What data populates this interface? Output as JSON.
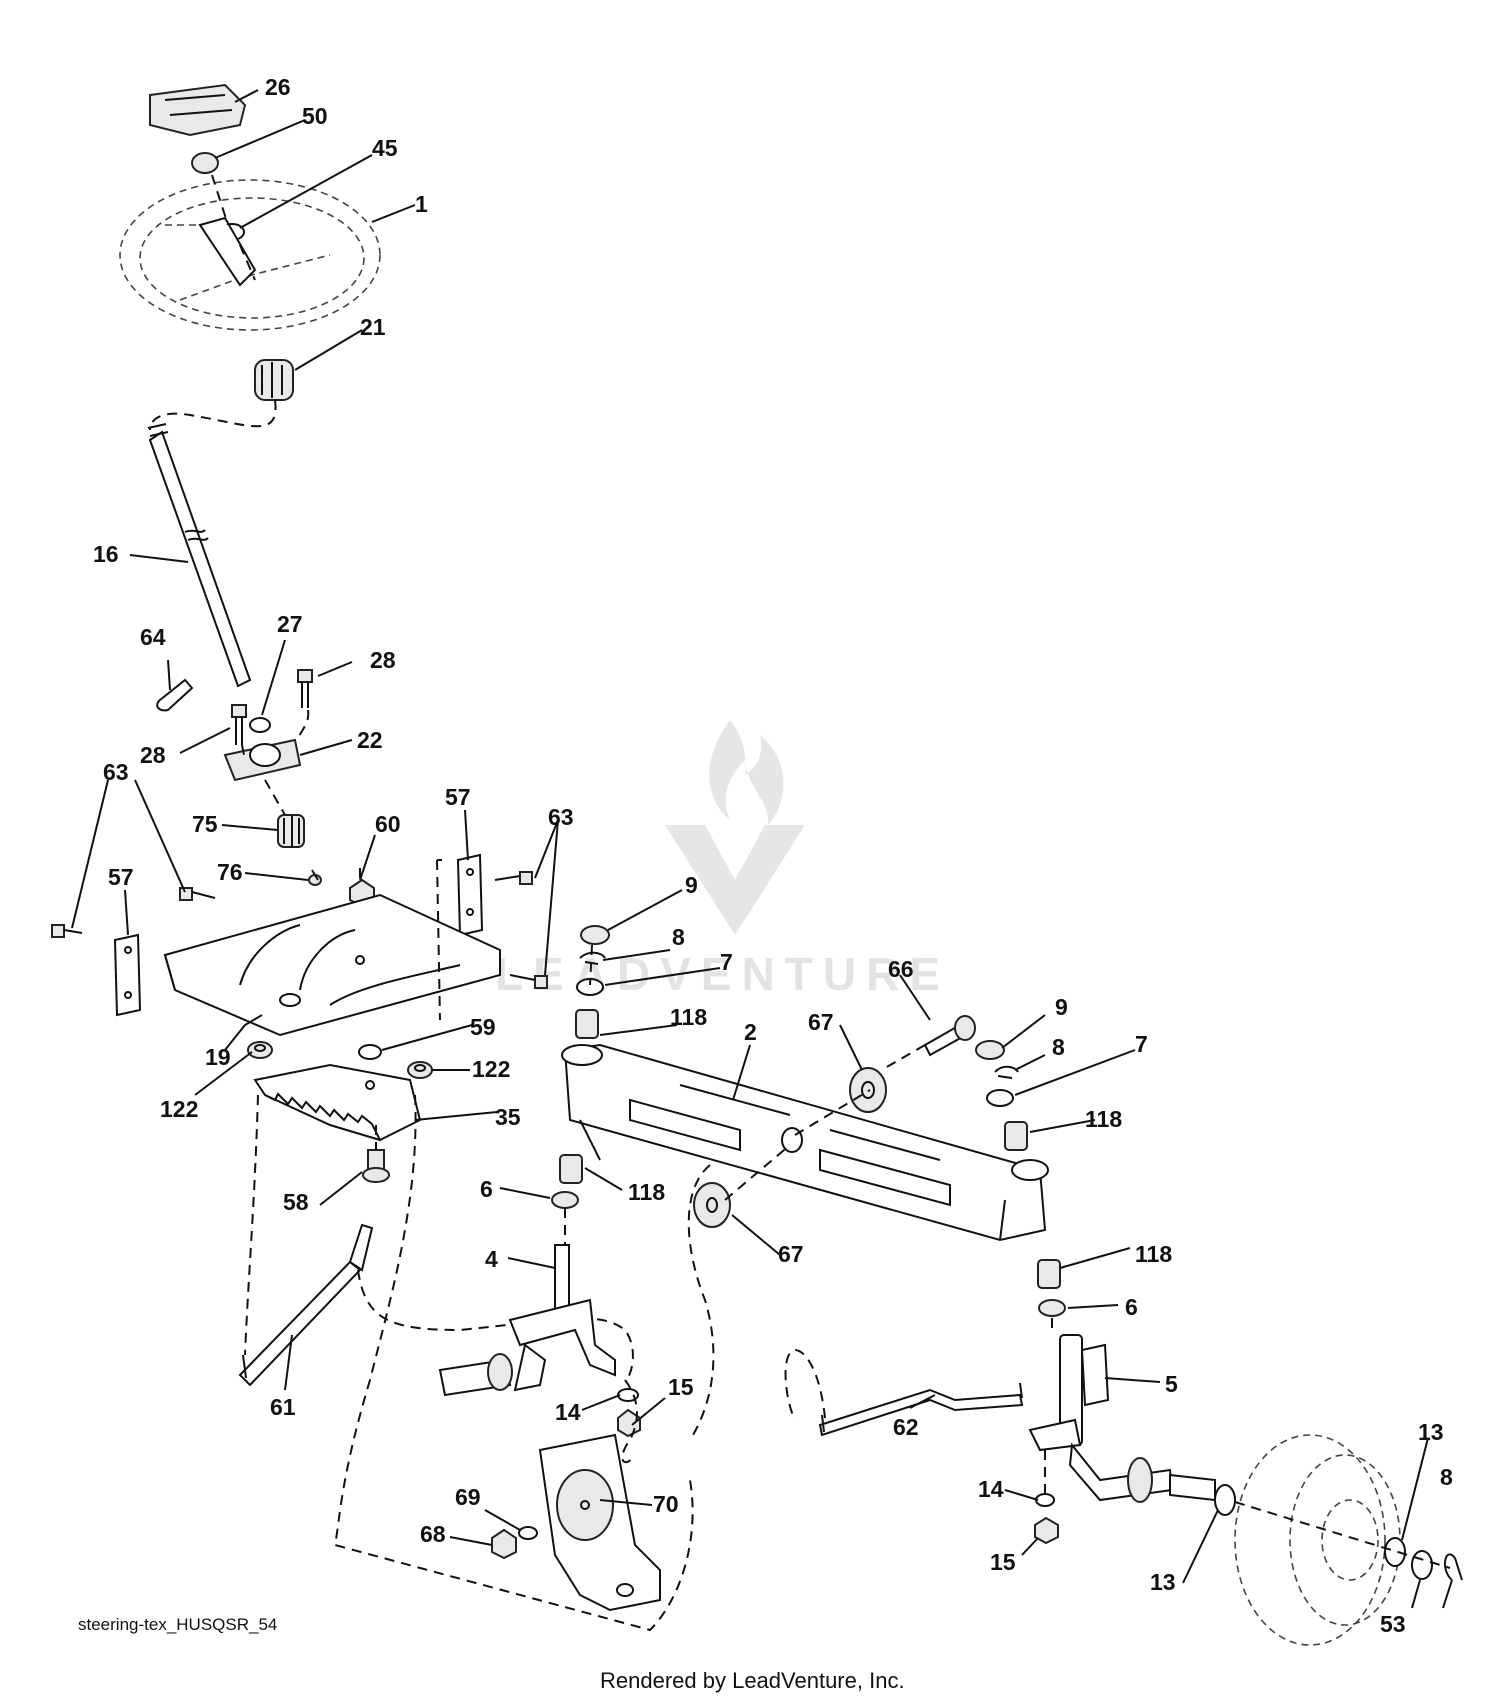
{
  "drawing": {
    "caption": "steering-tex_HUSQSR_54",
    "rendered_by": "Rendered by LeadVenture, Inc.",
    "watermark": "LEADVENTURE"
  },
  "callouts": [
    "26",
    "50",
    "45",
    "1",
    "21",
    "16",
    "64",
    "27",
    "28",
    "28",
    "22",
    "63",
    "63",
    "75",
    "60",
    "57",
    "57",
    "76",
    "9",
    "8",
    "7",
    "66",
    "67",
    "9",
    "8",
    "7",
    "118",
    "2",
    "118",
    "19",
    "59",
    "122",
    "122",
    "35",
    "118",
    "6",
    "58",
    "67",
    "118",
    "4",
    "6",
    "5",
    "61",
    "14",
    "15",
    "62",
    "13",
    "8",
    "14",
    "69",
    "70",
    "68",
    "15",
    "13",
    "53"
  ]
}
